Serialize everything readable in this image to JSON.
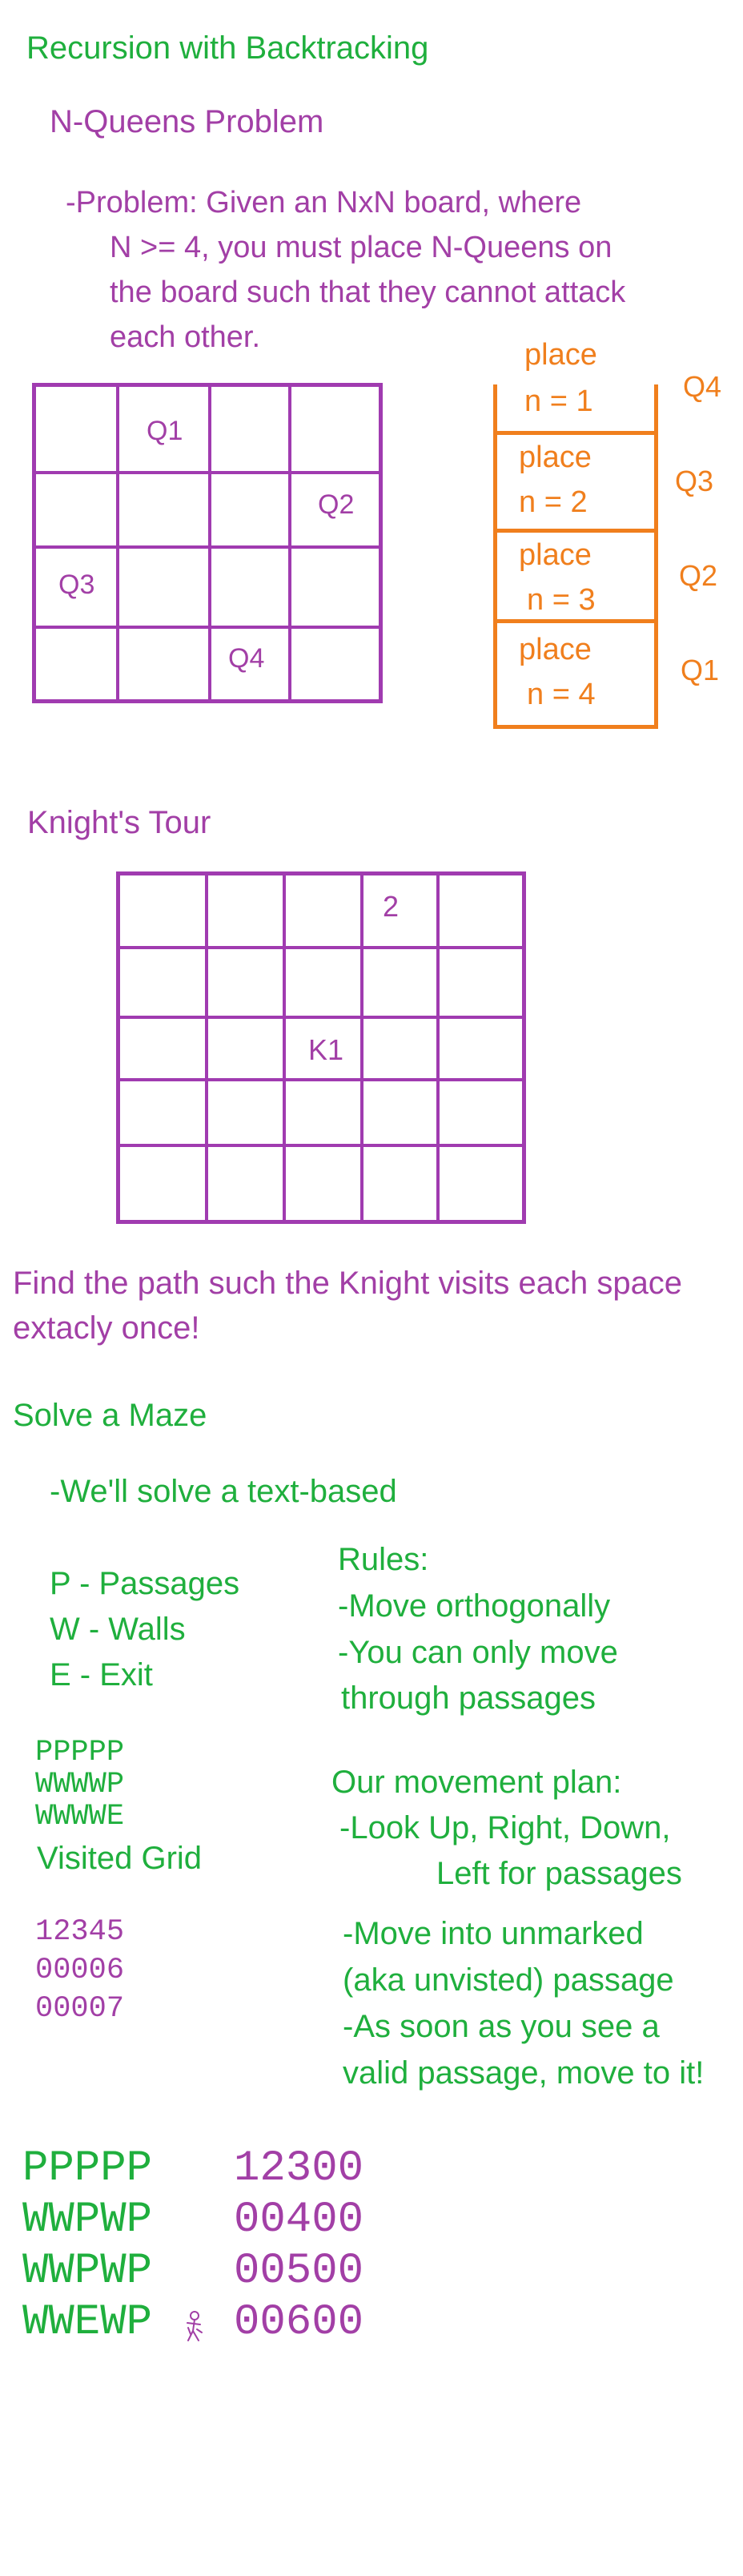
{
  "title": "Recursion with Backtracking",
  "nqueens": {
    "heading": "N-Queens Problem",
    "problem_line1": "-Problem: Given an NxN board, where",
    "problem_line2": "N >= 4, you must place N-Queens on",
    "problem_line3": "the board such that they cannot attack",
    "problem_line4": "each other.",
    "board_labels": [
      "Q1",
      "Q2",
      "Q3",
      "Q4"
    ],
    "stack": [
      {
        "line1": "place",
        "line2": "n = 1",
        "queen": "Q4"
      },
      {
        "line1": "place",
        "line2": "n = 2",
        "queen": "Q3"
      },
      {
        "line1": "place",
        "line2": "n = 3",
        "queen": "Q2"
      },
      {
        "line1": "place",
        "line2": "n = 4",
        "queen": "Q1"
      }
    ]
  },
  "knights_tour": {
    "heading": "Knight's Tour",
    "label_2": "2",
    "label_k1": "K1",
    "goal_line1": "Find the path such the Knight visits each space",
    "goal_line2": "extacly once!"
  },
  "maze": {
    "heading": "Solve a Maze",
    "intro": "-We'll solve a text-based",
    "legend": [
      "P - Passages",
      "W - Walls",
      "E - Exit"
    ],
    "rules_heading": "Rules:",
    "rules": [
      "-Move orthogonally",
      "-You can only move",
      "through passages"
    ],
    "small_maze": [
      "PPPPP",
      "WWWWP",
      "WWWWE"
    ],
    "visited_heading": "Visited Grid",
    "small_visited": [
      "12345",
      "00006",
      "00007"
    ],
    "plan_heading": "Our movement plan:",
    "plan": [
      "-Look Up, Right, Down,",
      "Left for passages",
      "-Move into unmarked",
      "(aka unvisted) passage",
      "-As soon as you see a",
      "valid passage, move to it!"
    ],
    "big_maze": [
      "PPPPP",
      "WWPWP",
      "WWPWP",
      "WWEWP"
    ],
    "big_visited": [
      "12300",
      "00400",
      "00500",
      "00600"
    ]
  }
}
